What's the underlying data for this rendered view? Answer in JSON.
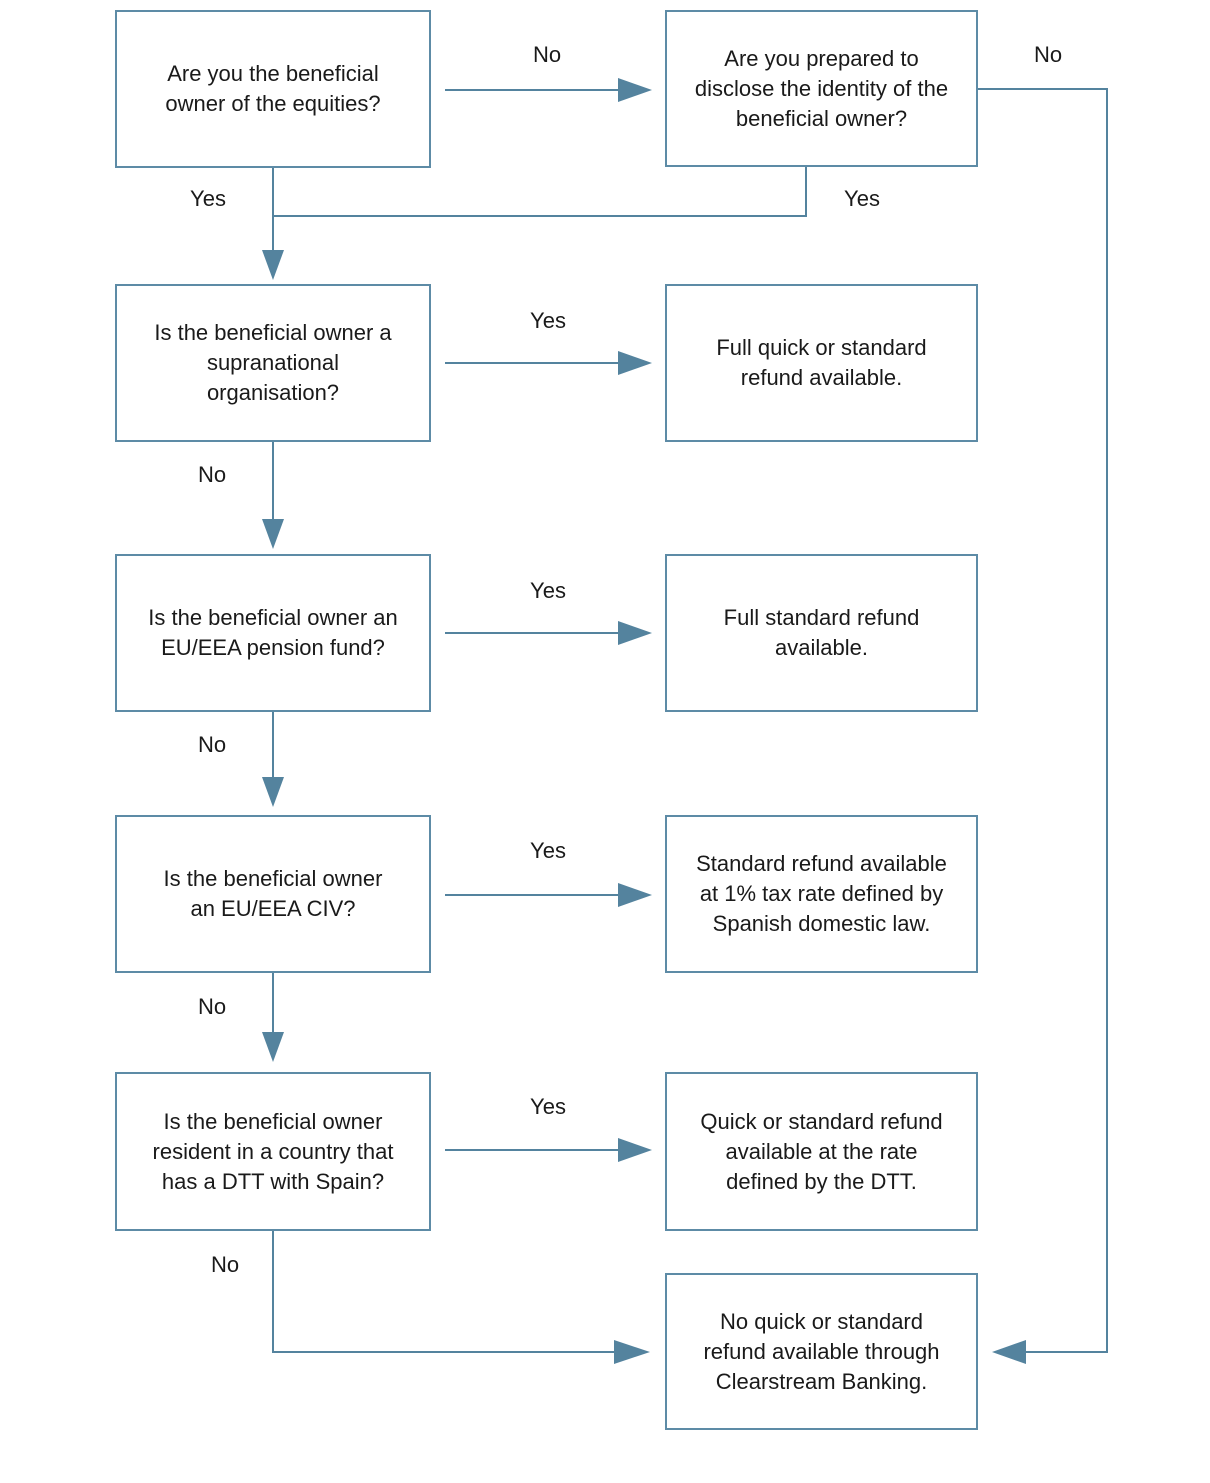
{
  "diagram": {
    "colors": {
      "box_border": "#5d8ba6",
      "connector": "#54839e",
      "text": "#1a1a1a"
    },
    "nodes": {
      "q_owner": {
        "text": "Are you the beneficial owner of the equities?"
      },
      "q_disclose": {
        "text": "Are you prepared to disclose the identity of the beneficial owner?"
      },
      "q_supranational": {
        "text": "Is the beneficial owner a supranational organisation?"
      },
      "r_full_quick": {
        "text": "Full quick or standard refund available."
      },
      "q_pension": {
        "text": "Is the beneficial owner an EU/EEA pension fund?"
      },
      "r_full_standard": {
        "text": "Full standard refund available."
      },
      "q_civ": {
        "text": "Is the beneficial owner an EU/EEA CIV?"
      },
      "r_one_percent": {
        "text": "Standard refund available at 1% tax rate defined by Spanish domestic law."
      },
      "q_dtt": {
        "text": "Is the beneficial owner resident in a country that has a DTT with Spain?"
      },
      "r_dtt_rate": {
        "text": "Quick or standard refund available at the rate defined by the DTT."
      },
      "r_no_refund": {
        "text": "No quick or standard refund available through Clearstream Banking."
      }
    },
    "edges": [
      {
        "from": "q_owner",
        "to": "q_disclose",
        "label": "No"
      },
      {
        "from": "q_owner",
        "to": "q_supranational",
        "label": "Yes"
      },
      {
        "from": "q_disclose",
        "to": "q_supranational",
        "label": "Yes"
      },
      {
        "from": "q_disclose",
        "to": "r_no_refund",
        "label": "No"
      },
      {
        "from": "q_supranational",
        "to": "r_full_quick",
        "label": "Yes"
      },
      {
        "from": "q_supranational",
        "to": "q_pension",
        "label": "No"
      },
      {
        "from": "q_pension",
        "to": "r_full_standard",
        "label": "Yes"
      },
      {
        "from": "q_pension",
        "to": "q_civ",
        "label": "No"
      },
      {
        "from": "q_civ",
        "to": "r_one_percent",
        "label": "Yes"
      },
      {
        "from": "q_civ",
        "to": "q_dtt",
        "label": "No"
      },
      {
        "from": "q_dtt",
        "to": "r_dtt_rate",
        "label": "Yes"
      },
      {
        "from": "q_dtt",
        "to": "r_no_refund",
        "label": "No"
      }
    ]
  }
}
